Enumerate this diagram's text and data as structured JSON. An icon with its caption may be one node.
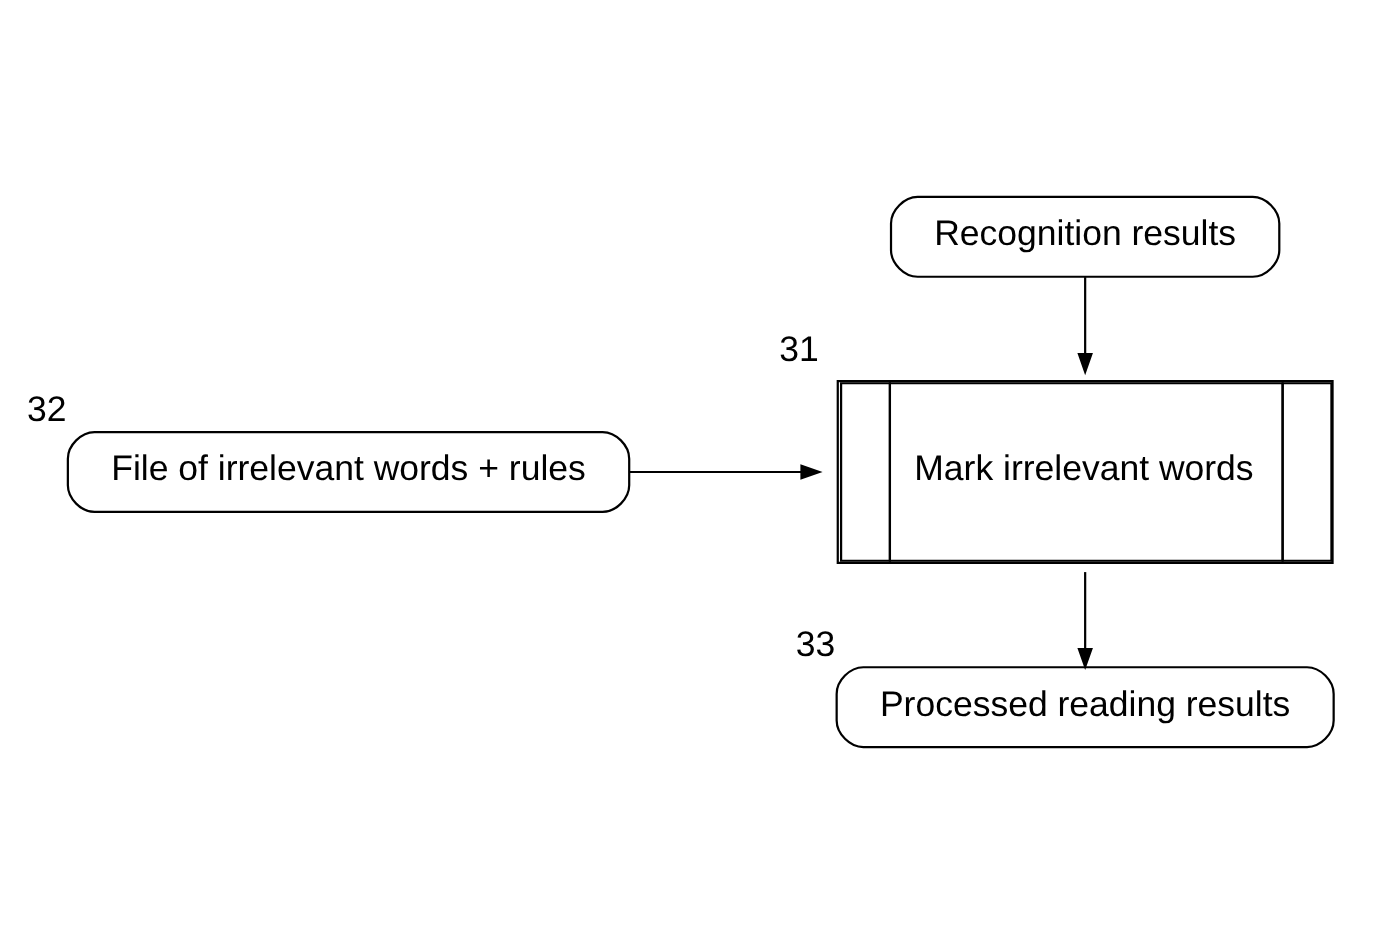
{
  "diagram": {
    "nodes": [
      {
        "text": [
          "Recognition results"
        ]
      },
      {
        "text": [
          "Mark irrelevant words"
        ],
        "beside": [
          "31"
        ]
      },
      {
        "text": [
          "File of irrelevant words + rules"
        ],
        "beside": [
          "32"
        ]
      },
      {
        "text": [
          "Processed reading results"
        ],
        "beside": [
          "33"
        ]
      }
    ],
    "edges": [
      {
        "from": 0,
        "to": 1,
        "arrow": "to"
      },
      {
        "from": 2,
        "to": 1,
        "arrow": "to"
      },
      {
        "from": 1,
        "to": 3,
        "arrow": "to"
      }
    ]
  }
}
